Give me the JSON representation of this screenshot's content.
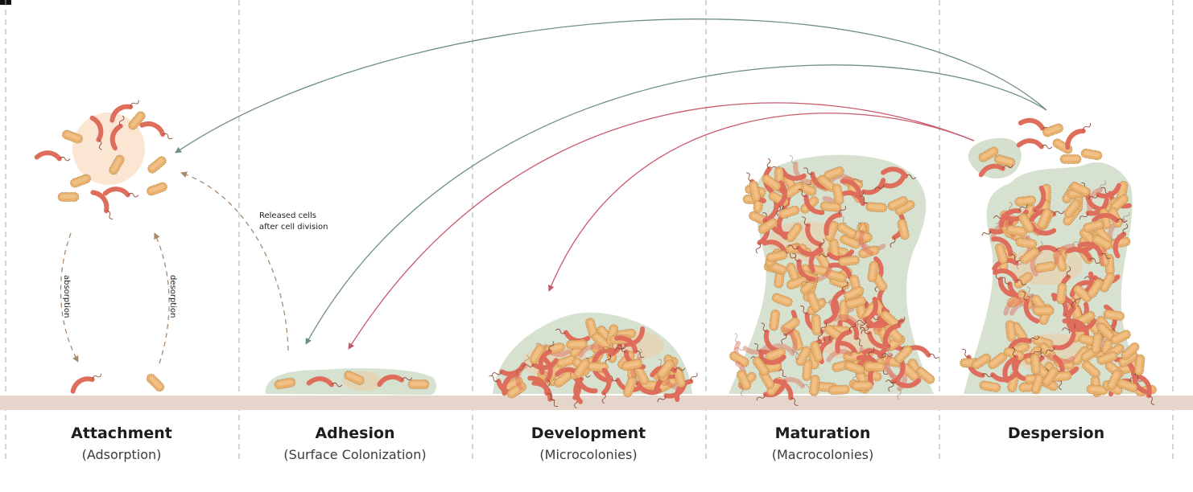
{
  "stages": [
    {
      "title": "Attachment",
      "subtitle": "(Adsorption)"
    },
    {
      "title": "Adhesion",
      "subtitle": "(Surface Colonization)"
    },
    {
      "title": "Development",
      "subtitle": "(Microcolonies)"
    },
    {
      "title": "Maturation",
      "subtitle": "(Macrocolonies)"
    },
    {
      "title": "Despersion",
      "subtitle": ""
    }
  ],
  "annotations": {
    "released_line1": "Released cells",
    "released_line2": "after cell division",
    "absorption": "absorption",
    "desorption": "desorption"
  },
  "colors": {
    "surface": "#e6d5cb",
    "matrix": "#cfdcc8",
    "rod_fill": "#e9b06c",
    "curved_cell": "#df6d5b",
    "arrow_green": "#6e8f85",
    "arrow_red": "#c9596a",
    "arrow_dashed": "#a8896c"
  }
}
